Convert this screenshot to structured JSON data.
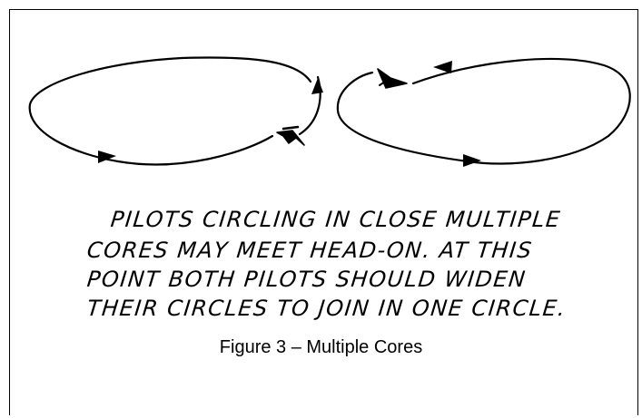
{
  "annotation": {
    "lines": [
      "PILOTS CIRCLING IN CLOSE MULTIPLE",
      "CORES MAY MEET HEAD-ON. AT THIS",
      "POINT BOTH PILOTS SHOULD WIDEN",
      "THEIR CIRCLES TO JOIN IN ONE CIRCLE."
    ]
  },
  "caption": "Figure 3 – Multiple Cores"
}
